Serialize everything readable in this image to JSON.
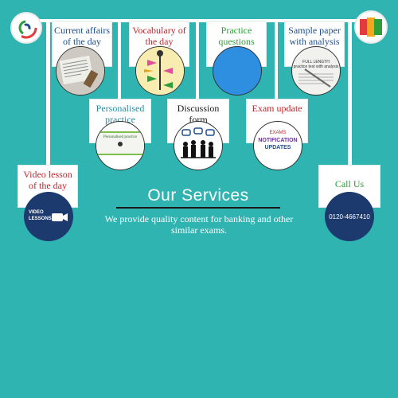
{
  "colors": {
    "background": "#2fb4b1",
    "card_title_red": "#c0272d",
    "card_title_blue": "#1f4e8c",
    "card_title_teal": "#2a8fa0",
    "card_title_green": "#2e9e3a",
    "navy_circle": "#1c3a6e",
    "practice_circle": "#2e8ee0"
  },
  "logos": {
    "left": "brand-logo-left",
    "right": "brand-logo-right"
  },
  "cards": {
    "current_affairs": "Current affairs of the day",
    "vocabulary": "Vocabulary of the day",
    "practice_questions": "Practice questions",
    "sample_paper": "Sample paper with analysis",
    "personalised_practice": "Personalised practice",
    "discussion_form": "Discussion form",
    "exam_update": "Exam update",
    "video_lesson": "Video lesson of the day",
    "call_us": "Call Us"
  },
  "thumbs": {
    "personalised_practice_text": "Personalised practice",
    "video_lessons": "VIDEO LESSONS",
    "sample_paper_line1": "FULL LENGTH",
    "sample_paper_line2": "practice test with analysis",
    "exam_update_notification": "NOTIFICATION",
    "exam_update_updates": "UPDATES",
    "exam_update_exams": "EXAMS",
    "call_number": "0120-4667410"
  },
  "services": {
    "title": "Our Services",
    "tagline": "We provide quality content for banking and other similar exams."
  }
}
